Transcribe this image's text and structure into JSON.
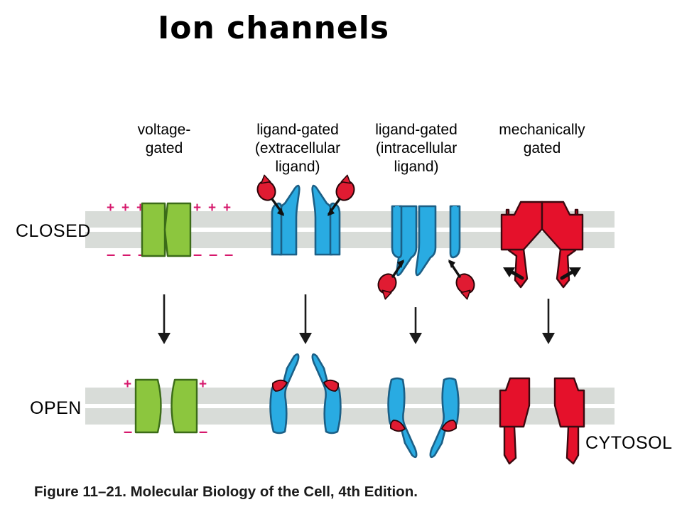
{
  "slide": {
    "title": "Ion channels",
    "background_color": "#ffffff"
  },
  "colors": {
    "membrane": "#d8dcd8",
    "membrane_gap": "#ffffff",
    "voltage_gated_fill": "#8cc63e",
    "voltage_gated_stroke": "#3b6b18",
    "ligand_gated_fill": "#29abe2",
    "ligand_gated_stroke": "#1b5f86",
    "mechanically_gated_fill": "#e5112b",
    "mechanically_gated_stroke": "#3a0a10",
    "ligand_fill": "#e01b32",
    "ligand_stroke": "#2a0408",
    "charge_color": "#d6186c",
    "arrow_color": "#1a1a1a",
    "text_color": "#000000"
  },
  "columns": [
    {
      "id": "voltage-gated",
      "label_lines": [
        "voltage-",
        "gated"
      ]
    },
    {
      "id": "ligand-gated-extracellular",
      "label_lines": [
        "ligand-gated",
        "(extracellular",
        "ligand)"
      ]
    },
    {
      "id": "ligand-gated-intracellular",
      "label_lines": [
        "ligand-gated",
        "(intracellular",
        "ligand)"
      ]
    },
    {
      "id": "mechanically-gated",
      "label_lines": [
        "mechanically",
        "gated"
      ]
    }
  ],
  "rows": [
    {
      "id": "closed",
      "label": "CLOSED"
    },
    {
      "id": "open",
      "label": "OPEN"
    }
  ],
  "annotations": {
    "cytosol": "CYTOSOL",
    "charge_plus": "+",
    "charge_minus": "–",
    "closed_plus_count": 3,
    "closed_minus_count": 3,
    "open_plus_count": 1,
    "open_minus_count": 1
  },
  "caption": {
    "text": "Figure 11–21. Molecular Biology of the Cell, 4th Edition."
  }
}
